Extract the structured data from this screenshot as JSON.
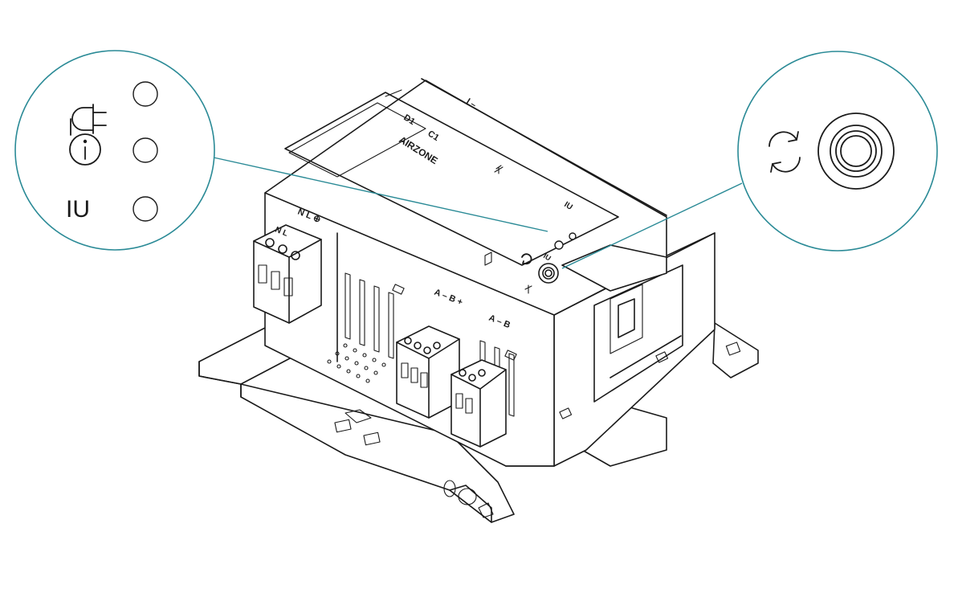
{
  "brand": {
    "logo_text": "AIRZONE"
  },
  "lid_labels": {
    "d1": "D1",
    "c1": "C1",
    "jumper": "I –",
    "iu": "IU"
  },
  "terminal_labels": {
    "power": "N  L  ⊕",
    "power_block": "N  L",
    "bus1": "A – B +",
    "bus2": "A – B"
  },
  "callout_left": {
    "indicators": [
      {
        "icon": "power-plug-icon",
        "led": "power-led"
      },
      {
        "icon": "info-icon",
        "led": "info-led"
      },
      {
        "icon": "iu-icon",
        "label": "IU",
        "led": "iu-led"
      }
    ]
  },
  "callout_right": {
    "icons": [
      "refresh-icon",
      "push-button-icon"
    ]
  },
  "colors": {
    "line": "#1a1a1a",
    "callout": "#2a8a96",
    "background": "#ffffff"
  }
}
